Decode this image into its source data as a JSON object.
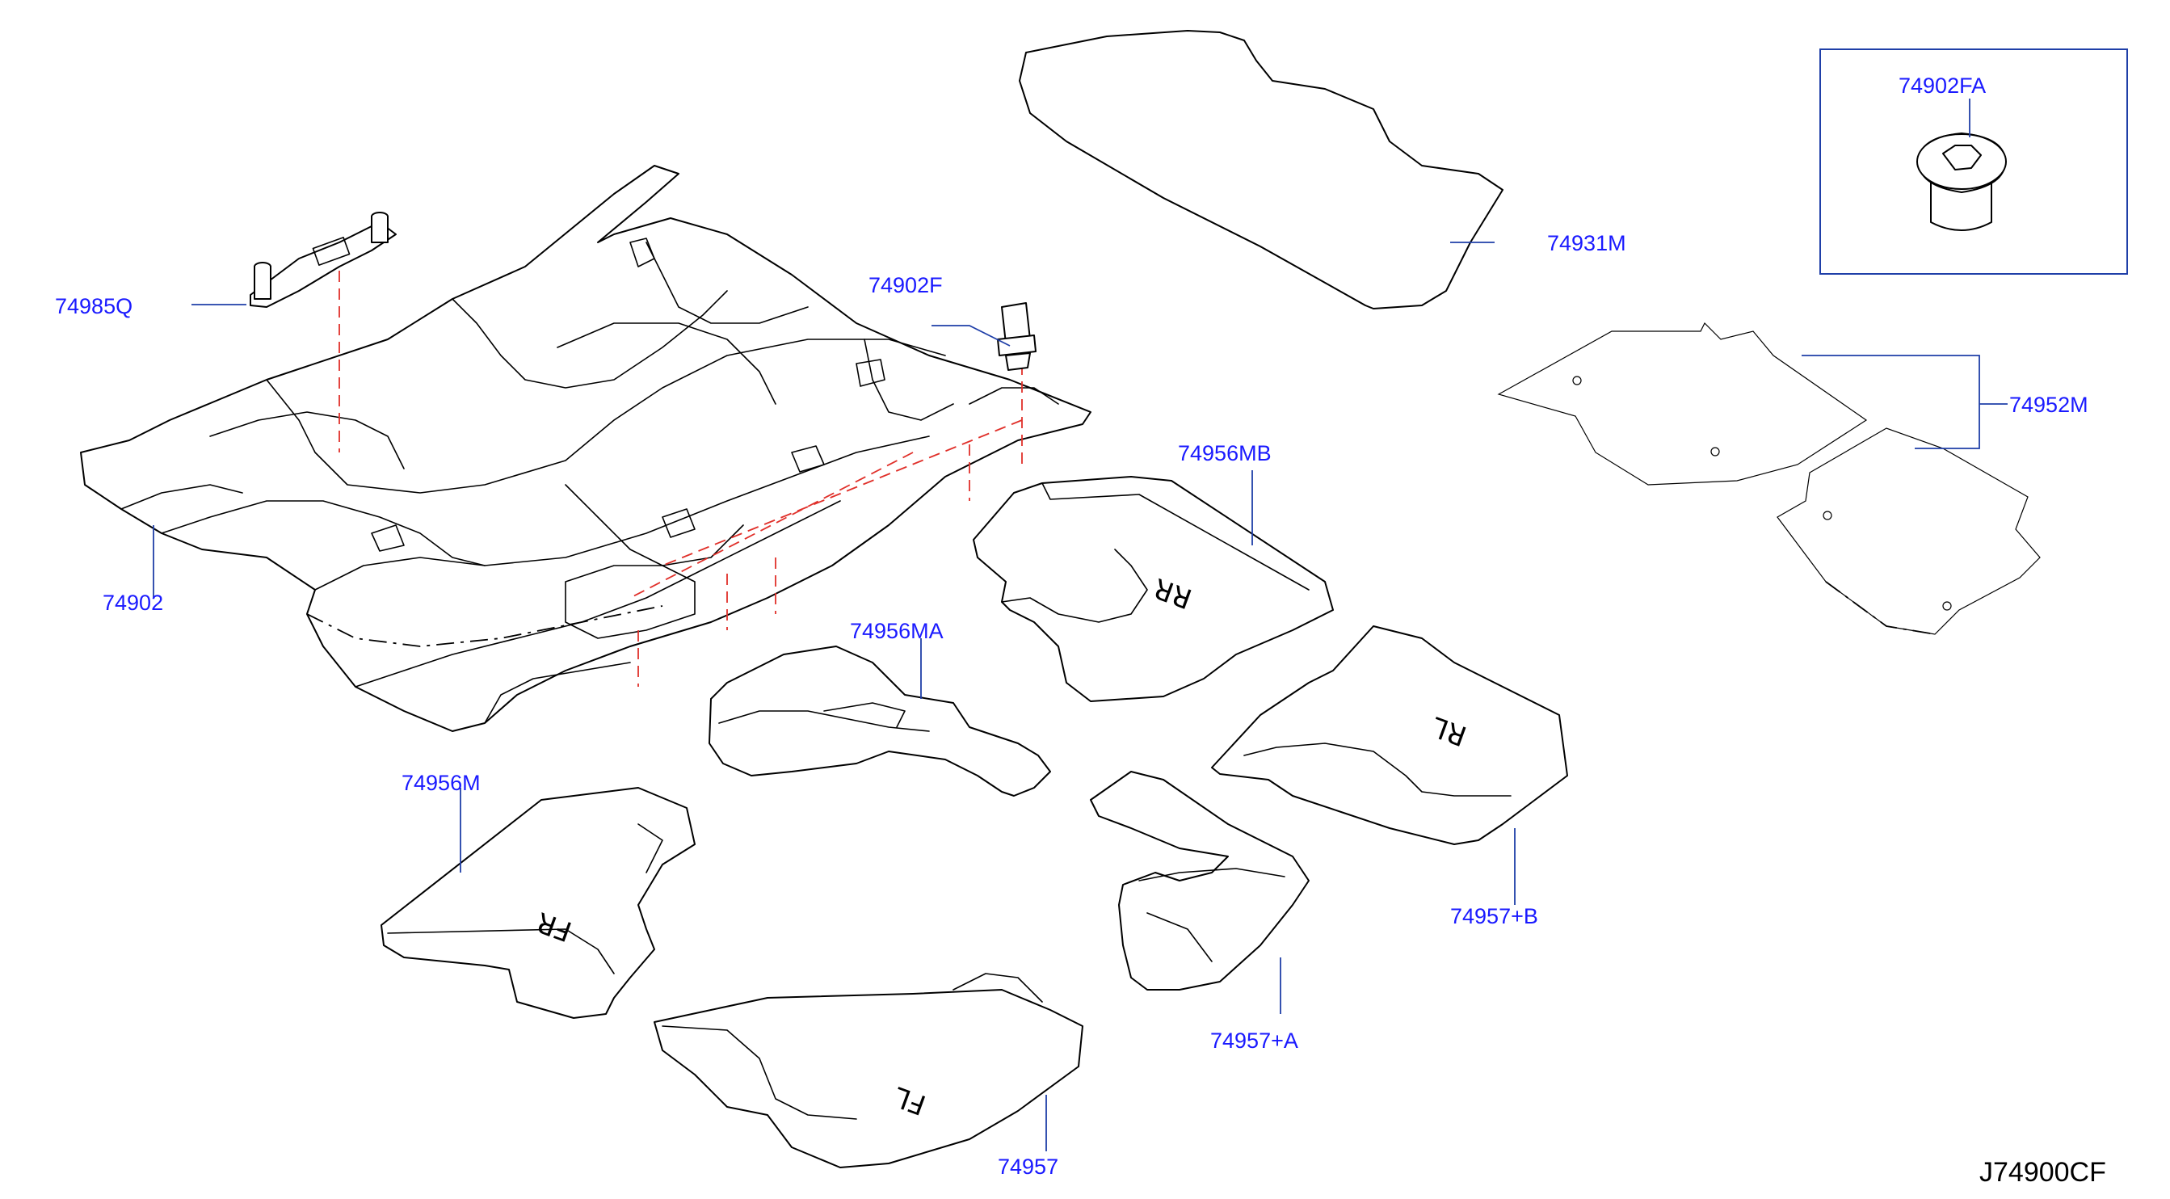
{
  "diagram_code": "J74900CF",
  "callouts": {
    "p74985q": "74985Q",
    "p74902f": "74902F",
    "p74931m": "74931M",
    "p74902fa": "74902FA",
    "p74952m": "74952M",
    "p74956mb": "74956MB",
    "p74956ma": "74956MA",
    "p74956m": "74956M",
    "p74957b": "74957+B",
    "p74957a": "74957+A",
    "p74957": "74957",
    "p74902": "74902"
  },
  "mat_markings": {
    "rr_right": "RR",
    "rr_left": "RL",
    "front_right": "FR",
    "front_left": "FL"
  },
  "colors": {
    "label": "#1a1aff",
    "leader": "#1f3fa8",
    "hidden_line": "#e0302a",
    "outline": "#000000"
  }
}
